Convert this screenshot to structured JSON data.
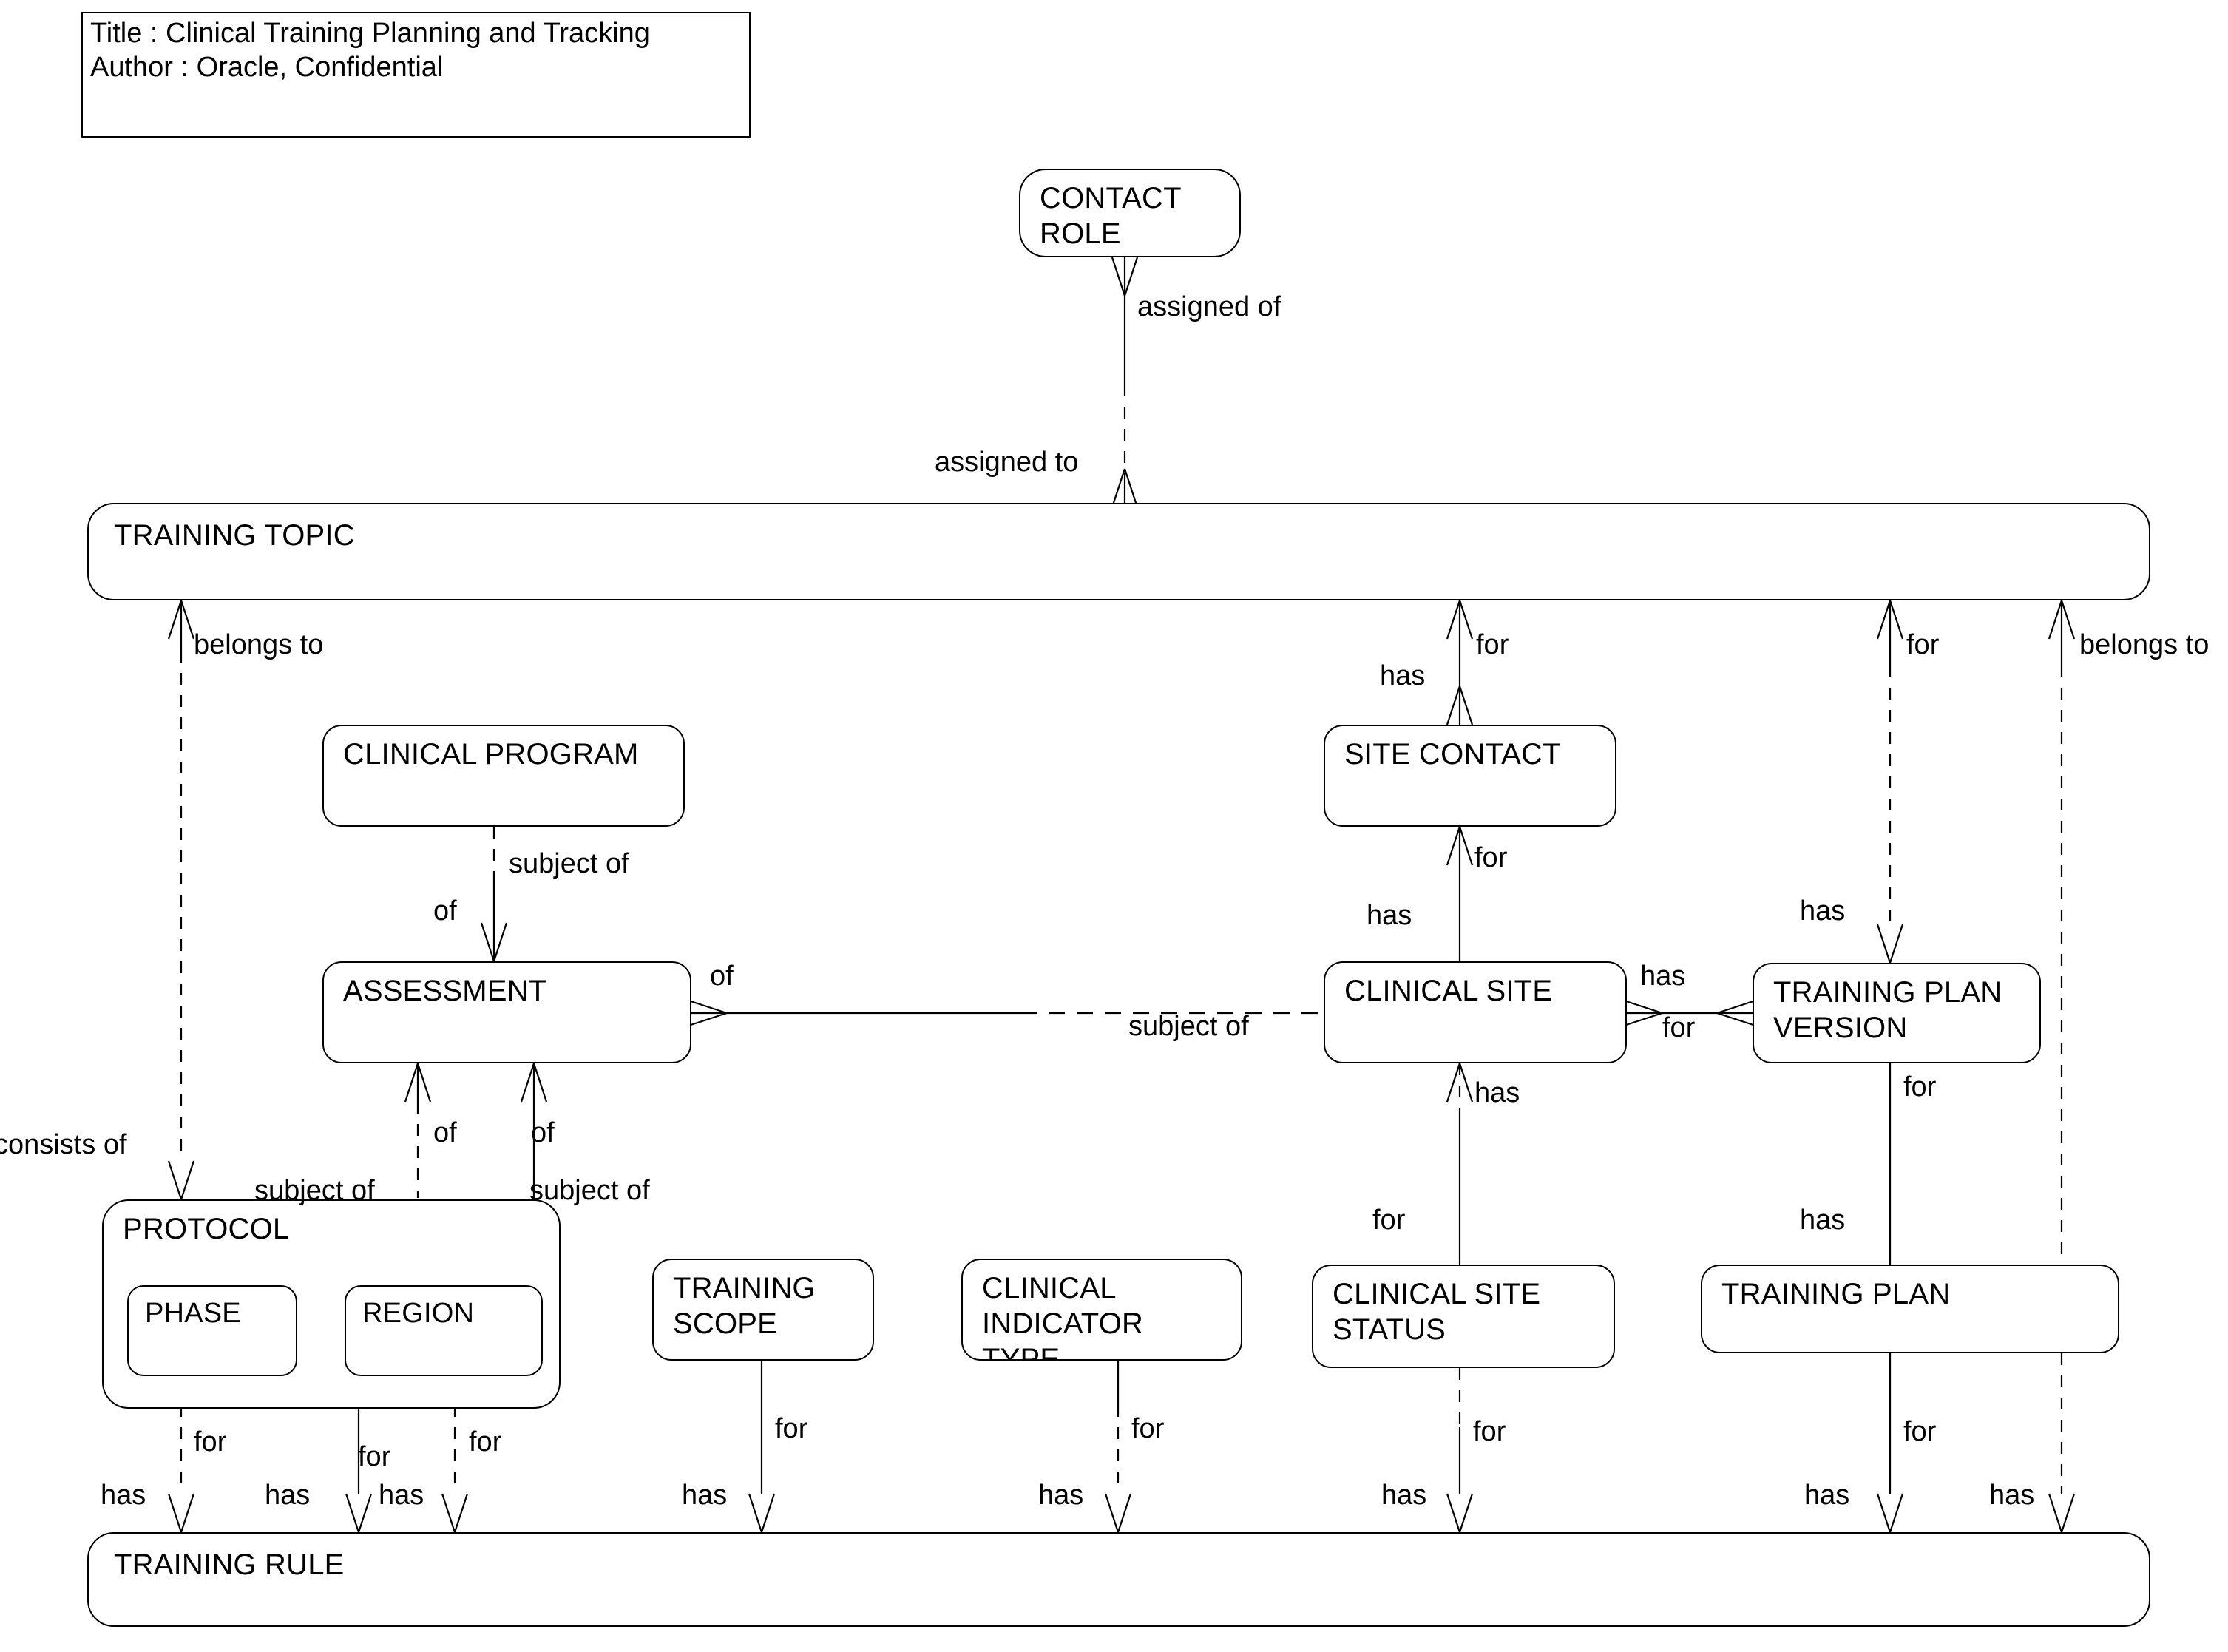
{
  "diagram": {
    "kind": "entity-relationship-diagram",
    "title_block": {
      "line1": "Title : Clinical Training Planning and Tracking",
      "line2": "Author : Oracle, Confidential"
    },
    "entities": [
      {
        "id": "contact_role",
        "name": "CONTACT\nROLE"
      },
      {
        "id": "training_topic",
        "name": "TRAINING TOPIC"
      },
      {
        "id": "clinical_program",
        "name": "CLINICAL PROGRAM"
      },
      {
        "id": "site_contact",
        "name": "SITE CONTACT"
      },
      {
        "id": "assessment",
        "name": "ASSESSMENT"
      },
      {
        "id": "clinical_site",
        "name": "CLINICAL SITE"
      },
      {
        "id": "training_plan_version",
        "name": "TRAINING PLAN\nVERSION"
      },
      {
        "id": "protocol",
        "name": "PROTOCOL"
      },
      {
        "id": "phase",
        "name": "PHASE"
      },
      {
        "id": "region",
        "name": "REGION"
      },
      {
        "id": "training_scope",
        "name": "TRAINING\nSCOPE"
      },
      {
        "id": "clinical_indicator",
        "name": "CLINICAL\nINDICATOR\nTYPE"
      },
      {
        "id": "clinical_site_status",
        "name": "CLINICAL SITE\nSTATUS"
      },
      {
        "id": "training_plan",
        "name": "TRAINING PLAN"
      },
      {
        "id": "training_rule",
        "name": "TRAINING RULE"
      }
    ],
    "relationship_labels": [
      {
        "id": "l_assigned_of",
        "text": "assigned of"
      },
      {
        "id": "l_assigned_to",
        "text": "assigned to"
      },
      {
        "id": "l_belongs_to_1",
        "text": "belongs to"
      },
      {
        "id": "l_has_site",
        "text": "has"
      },
      {
        "id": "l_for_sc",
        "text": "for"
      },
      {
        "id": "l_for_tpv",
        "text": "for"
      },
      {
        "id": "l_belongs_to_2",
        "text": "belongs to"
      },
      {
        "id": "l_subject_of_cp",
        "text": "subject of"
      },
      {
        "id": "l_of_cp",
        "text": "of"
      },
      {
        "id": "l_of_assess_r",
        "text": "of"
      },
      {
        "id": "l_subject_of_cs",
        "text": "subject of"
      },
      {
        "id": "l_for_sc2",
        "text": "for"
      },
      {
        "id": "l_has_cs",
        "text": "has"
      },
      {
        "id": "l_has_cs_tpv",
        "text": "has"
      },
      {
        "id": "l_for_cs_tpv",
        "text": "for"
      },
      {
        "id": "l_has_tpv",
        "text": "has"
      },
      {
        "id": "l_for_tpv2",
        "text": "for"
      },
      {
        "id": "l_has_cs2",
        "text": "has"
      },
      {
        "id": "l_consists_of",
        "text": "consists of"
      },
      {
        "id": "l_subject_of_p1",
        "text": "subject of"
      },
      {
        "id": "l_of_p1",
        "text": "of"
      },
      {
        "id": "l_of_p2",
        "text": "of"
      },
      {
        "id": "l_subject_of_p2",
        "text": "subject of"
      },
      {
        "id": "l_for_css",
        "text": "for"
      },
      {
        "id": "l_for_phase",
        "text": "for"
      },
      {
        "id": "l_for_proto",
        "text": "for"
      },
      {
        "id": "l_for_region",
        "text": "for"
      },
      {
        "id": "l_for_scope",
        "text": "for"
      },
      {
        "id": "l_for_ind",
        "text": "for"
      },
      {
        "id": "l_for_css2",
        "text": "for"
      },
      {
        "id": "l_for_tp",
        "text": "for"
      },
      {
        "id": "l_has_b1",
        "text": "has"
      },
      {
        "id": "l_has_b2",
        "text": "has"
      },
      {
        "id": "l_has_b3",
        "text": "has"
      },
      {
        "id": "l_has_b4",
        "text": "has"
      },
      {
        "id": "l_has_b5",
        "text": "has"
      },
      {
        "id": "l_has_b6",
        "text": "has"
      },
      {
        "id": "l_has_b7",
        "text": "has"
      },
      {
        "id": "l_has_b8",
        "text": "has"
      },
      {
        "id": "l_has_b9",
        "text": "has"
      }
    ],
    "colors": {
      "line": "#000000",
      "fill": "#ffffff",
      "text": "#000000"
    }
  }
}
